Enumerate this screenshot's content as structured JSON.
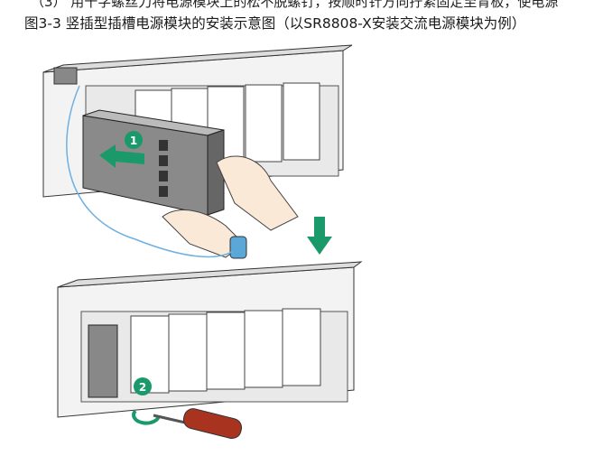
{
  "document": {
    "step_text": "（3） 用十字螺丝刀将电源模块上的松不脱螺钉，按顺时针方向拧紧固定至背板，使电源",
    "caption": "图3-3 竖插型插槽电源模块的安装示意图（以SR8808-X安装交流电源模块为例）"
  },
  "figure": {
    "step_labels": [
      "1",
      "2"
    ],
    "accent_color": "#1a9a6a"
  }
}
